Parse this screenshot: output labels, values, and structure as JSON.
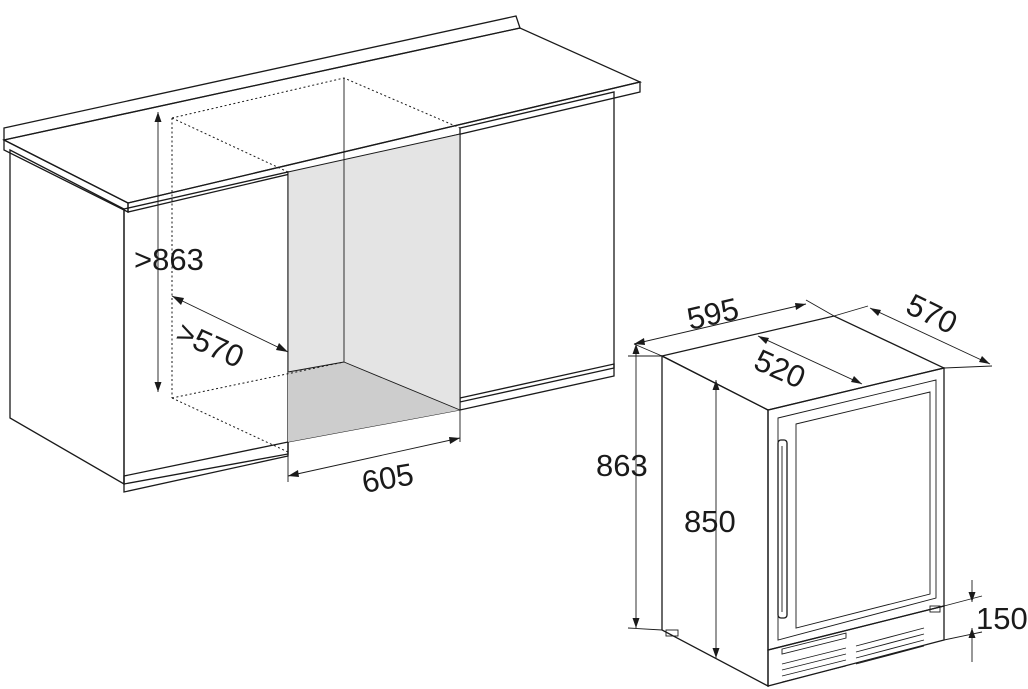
{
  "niche": {
    "height_label": ">863",
    "depth_label": ">570",
    "width_label": "605"
  },
  "appliance": {
    "width_label": "595",
    "depth_label": "570",
    "inner_depth_label": "520",
    "total_height_label": "863",
    "body_height_label": "850",
    "plinth_height_label": "150"
  },
  "colors": {
    "line": "#1a1a1a",
    "niche_wall": "#e4e4e4",
    "niche_floor": "#cdcdcd"
  }
}
